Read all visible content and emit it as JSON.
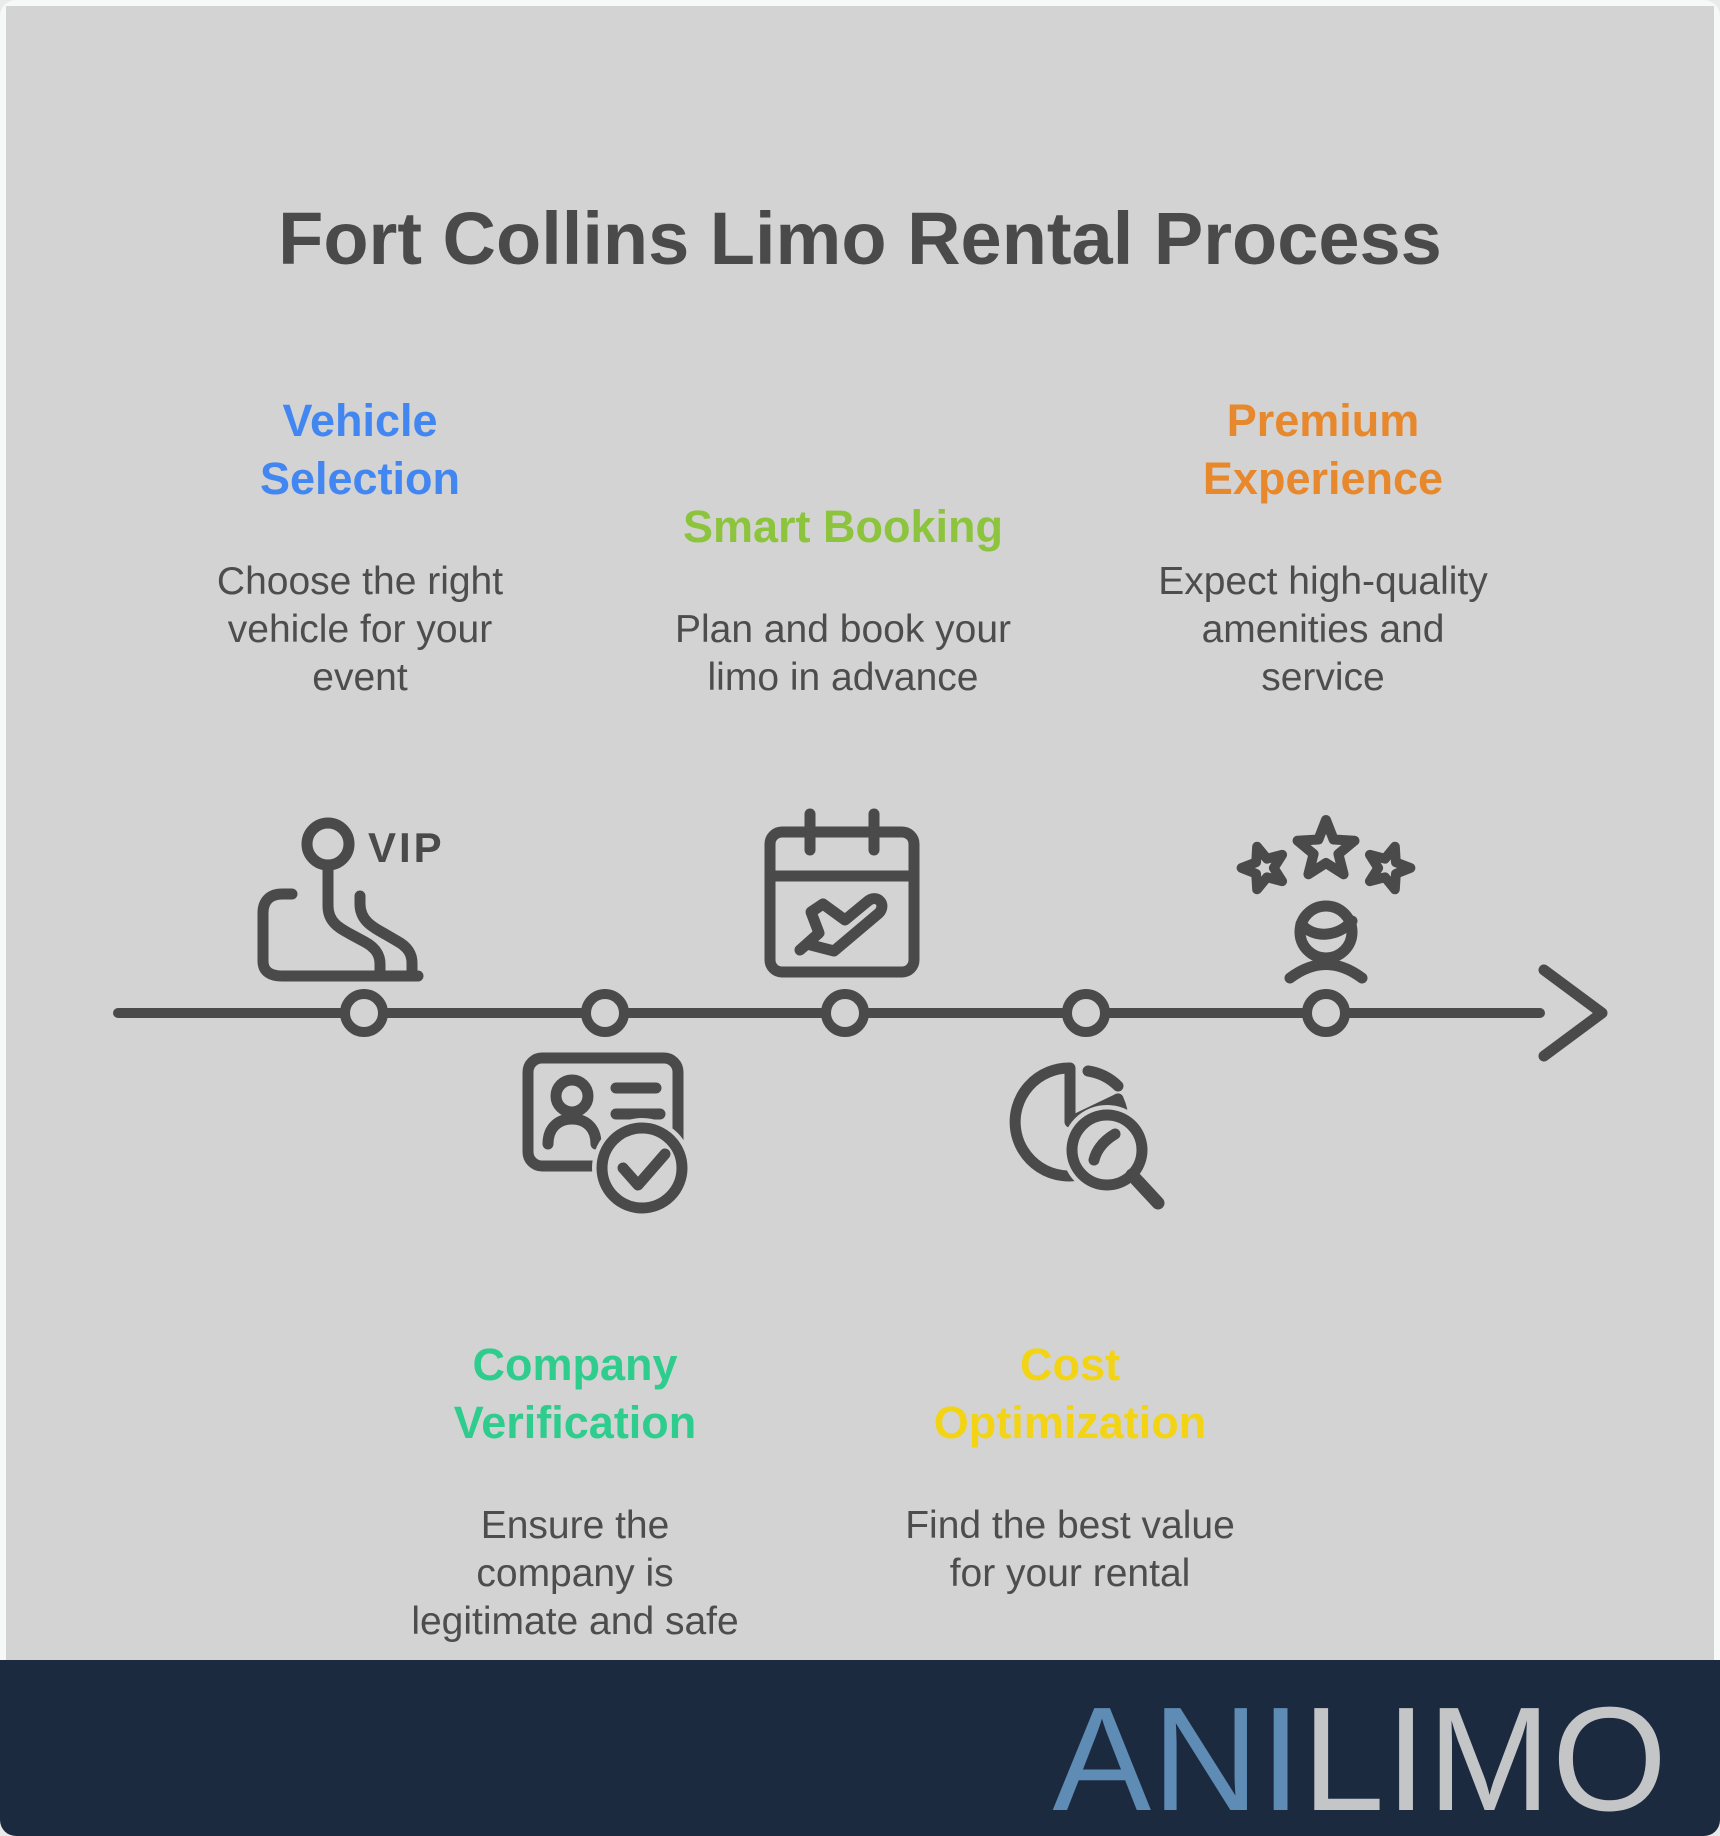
{
  "title": "Fort Collins Limo Rental Process",
  "steps": [
    {
      "name": "vehicle-selection",
      "heading_lines": [
        "Vehicle",
        "Selection"
      ],
      "heading_color": "#4286F2",
      "description_lines": [
        "Choose the right",
        "vehicle for your",
        "event"
      ],
      "icon": "vip-seat-icon",
      "icon_label": "VIP",
      "timeline_position": "above-line-1"
    },
    {
      "name": "company-verification",
      "heading_lines": [
        "Company",
        "Verification"
      ],
      "heading_color": "#2FCD8D",
      "description_lines": [
        "Ensure the",
        "company is",
        "legitimate and safe"
      ],
      "icon": "id-card-check-icon",
      "timeline_position": "below-line-2"
    },
    {
      "name": "smart-booking",
      "heading_lines": [
        "Smart Booking"
      ],
      "heading_color": "#8DC43E",
      "description_lines": [
        "Plan and book your",
        "limo in advance"
      ],
      "icon": "calendar-airplane-icon",
      "timeline_position": "above-line-3"
    },
    {
      "name": "cost-optimization",
      "heading_lines": [
        "Cost",
        "Optimization"
      ],
      "heading_color": "#F2D414",
      "description_lines": [
        "Find the best value",
        "for your rental"
      ],
      "icon": "pie-chart-magnifier-icon",
      "timeline_position": "below-line-4"
    },
    {
      "name": "premium-experience",
      "heading_lines": [
        "Premium",
        "Experience"
      ],
      "heading_color": "#E8882D",
      "description_lines": [
        "Expect high-quality",
        "amenities and",
        "service"
      ],
      "icon": "stars-person-icon",
      "timeline_position": "above-line-5"
    }
  ],
  "timeline": {
    "node_count": 5,
    "direction": "left-to-right"
  },
  "footer": {
    "brand_blue": "ANI",
    "brand_gray": "LIMO"
  },
  "colors": {
    "canvas_background": "#d3d3d4",
    "frame": "#f7f9f8",
    "footer_background": "#1c2a40",
    "line_stroke": "#4a4a4a",
    "title_text": "#4a4a4a",
    "body_text": "#4d4d4d",
    "logo_blue": "#5e8cb4",
    "logo_gray": "#c4c5c7"
  }
}
